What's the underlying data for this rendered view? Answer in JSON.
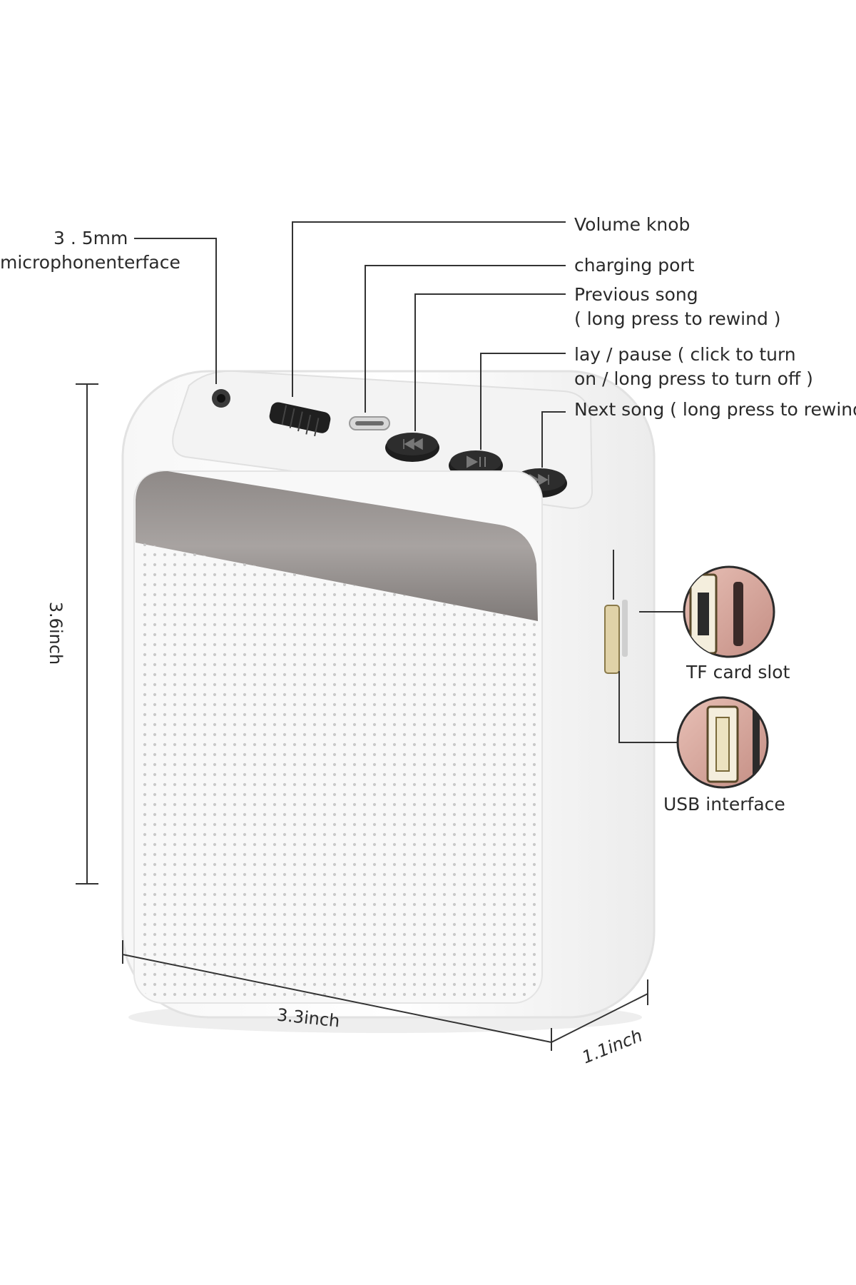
{
  "callouts": {
    "mic": {
      "line1": "3 . 5mm",
      "line2": "microphonenterface"
    },
    "volume": {
      "line1": "Volume knob"
    },
    "charging": {
      "line1": "charging port"
    },
    "previous": {
      "line1": "Previous song",
      "line2": "( long press to rewind )"
    },
    "play": {
      "line1": "lay / pause ( click to turn",
      "line2": "on / long press to turn off )"
    },
    "next": {
      "line1": "Next song ( long press to rewind )"
    },
    "tf": {
      "line1": "TF card slot"
    },
    "usb": {
      "line1": "USB interface"
    }
  },
  "dimensions": {
    "height": "3.6inch",
    "width": "3.3inch",
    "depth": "1.1inch"
  },
  "colors": {
    "body": "#ffffff",
    "panel": "#f4f4f4",
    "grey_band": "#9b9694",
    "button": "#1e1e1e",
    "rose_gold": "#d9a89e",
    "text": "#2a2a2a",
    "line": "#333333"
  },
  "icons": {
    "previous_button": "previous-icon",
    "play_button": "play-pause-icon",
    "next_button": "next-icon"
  }
}
